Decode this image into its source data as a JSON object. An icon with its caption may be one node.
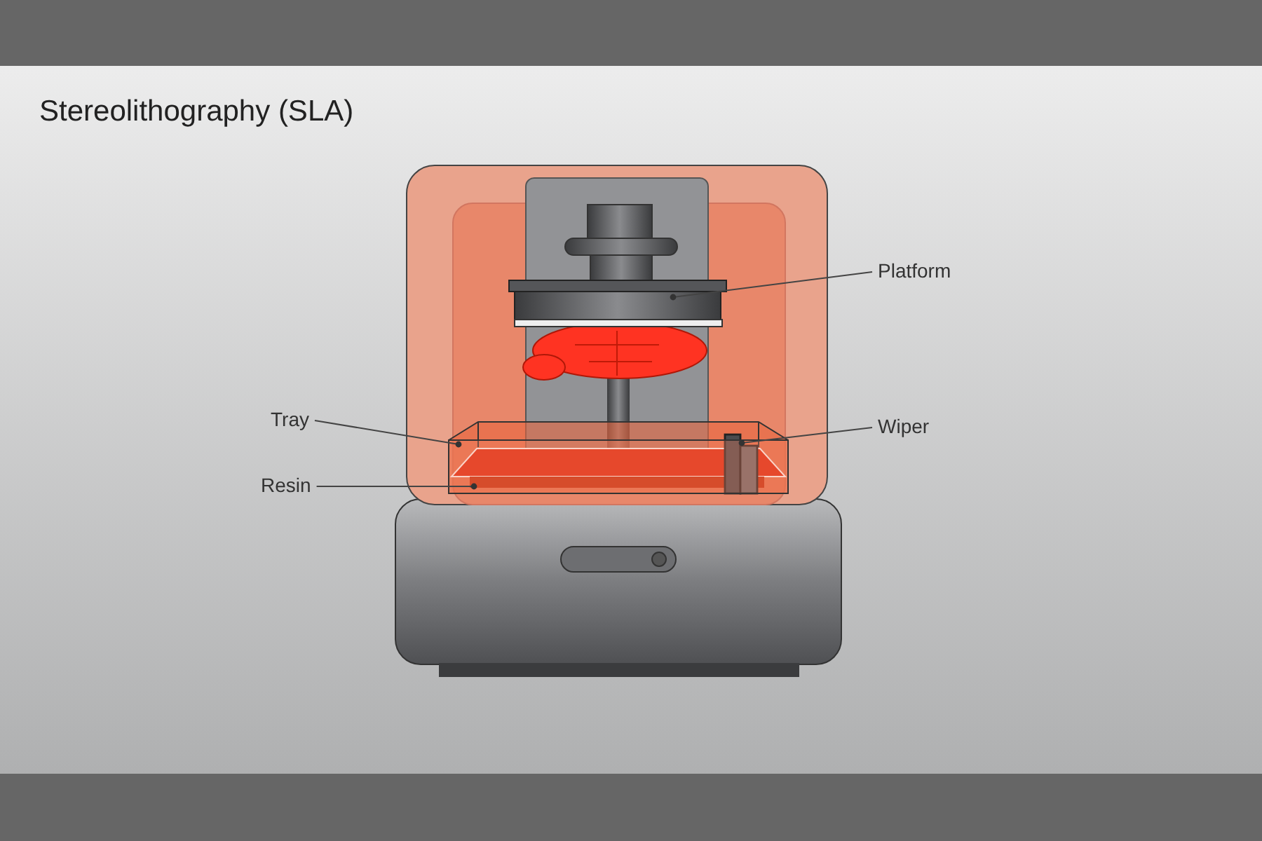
{
  "diagram": {
    "title": "Stereolithography (SLA)",
    "nodes": [
      {
        "text": [
          "Platform"
        ]
      },
      {
        "text": [],
        "shape": "box"
      },
      {
        "text": [
          "Tray"
        ]
      },
      {
        "text": [],
        "shape": "box"
      },
      {
        "text": [
          "Wiper"
        ]
      },
      {
        "text": [],
        "shape": "bar",
        "in": 3
      },
      {
        "text": [
          "Resin"
        ]
      },
      {
        "text": [],
        "shape": "box",
        "in": 3
      }
    ],
    "edges": [
      {
        "from": 0,
        "to": 1,
        "arrow": "other"
      },
      {
        "from": 2,
        "to": 3,
        "arrow": "other"
      },
      {
        "from": 4,
        "to": 5,
        "arrow": "other"
      },
      {
        "from": 6,
        "to": 7,
        "arrow": "other"
      }
    ]
  }
}
